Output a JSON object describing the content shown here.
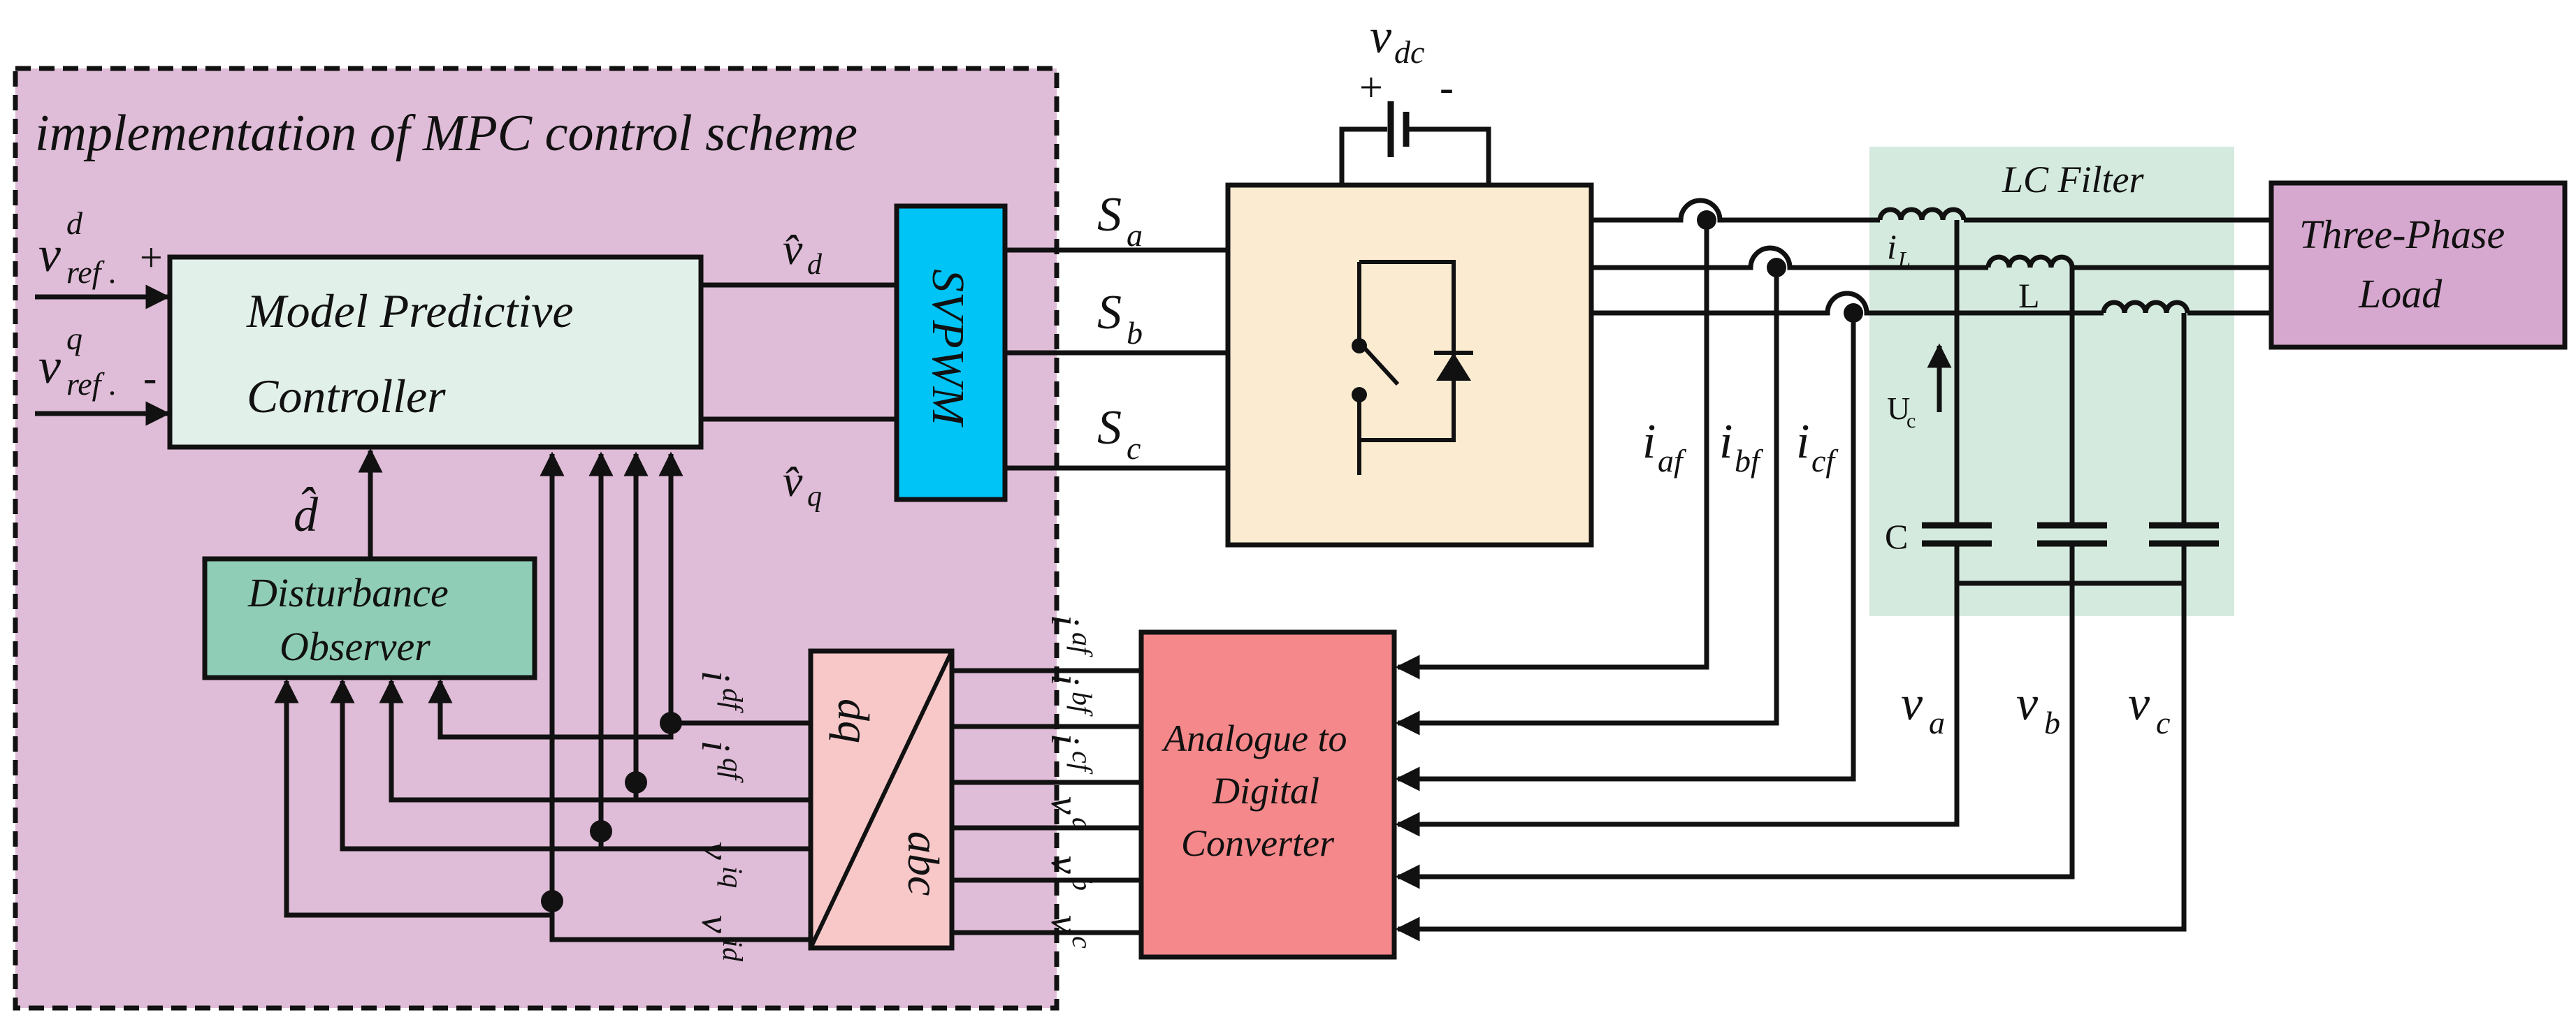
{
  "title": "implementation of  MPC control scheme",
  "colors": {
    "region": "#dfbcd7",
    "mpc": "#e2f0ea",
    "observer": "#8fcdb6",
    "svpwm": "#00c4f5",
    "transform": "#f8c8c9",
    "adc": "#f4888a",
    "inverter": "#fbebd0",
    "lc_panel": "#d4eade",
    "load": "#d7a8cf"
  },
  "blocks": {
    "mpc_line1": "Model Predictive",
    "mpc_line2": "Controller",
    "observer_line1": "Disturbance",
    "observer_line2": "Observer",
    "svpwm": "SVPWM",
    "transform_top": "dq",
    "transform_bottom": "abc",
    "adc_line1": "Analogue to",
    "adc_line2": "Digital",
    "adc_line3": "Converter",
    "lc_filter": "LC Filter",
    "load_line1": "Three-Phase",
    "load_line2": "Load"
  },
  "inputs": {
    "vref_d_base": "v",
    "vref_d_sup": "d",
    "vref_d_sub": "ref .",
    "vref_d_sign": "+",
    "vref_q_base": "v",
    "vref_q_sup": "q",
    "vref_q_sub": "ref .",
    "vref_q_sign": "-"
  },
  "signals": {
    "vd_hat": "v̂",
    "vd_hat_sub": "d",
    "vq_hat": "v̂",
    "vq_hat_sub": "q",
    "d_hat": "d̂",
    "sa": "S",
    "sa_sub": "a",
    "sb": "S",
    "sb_sub": "b",
    "sc": "S",
    "sc_sub": "c",
    "vdc": "v",
    "vdc_sub": "dc",
    "dc_plus": "+",
    "dc_minus": "-",
    "iaf": "i",
    "iaf_sub": "af",
    "ibf": "i",
    "ibf_sub": "bf",
    "icf": "i",
    "icf_sub": "cf",
    "va": "v",
    "va_sub": "a",
    "vb": "v",
    "vb_sub": "b",
    "vc": "v",
    "vc_sub": "c",
    "il": "i",
    "il_sub": "L",
    "L": "L",
    "C": "C",
    "uc": "U",
    "uc_sub": "c"
  },
  "vertical_labels": {
    "idf": "i",
    "idf_sub": "df",
    "iqf": "i",
    "iqf_sub": "qf",
    "viq": "v",
    "viq_sub": "iq",
    "vid": "v",
    "vid_sub": "id",
    "adc_iaf": "i",
    "adc_iaf_sub": "af",
    "adc_ibf": "i",
    "adc_ibf_sub": "bf",
    "adc_icf": "i",
    "adc_icf_sub": "cf",
    "adc_va": "v",
    "adc_va_sub": "a",
    "adc_vb": "v",
    "adc_vb_sub": "b",
    "adc_vc": "v",
    "adc_vc_sub": "c"
  }
}
